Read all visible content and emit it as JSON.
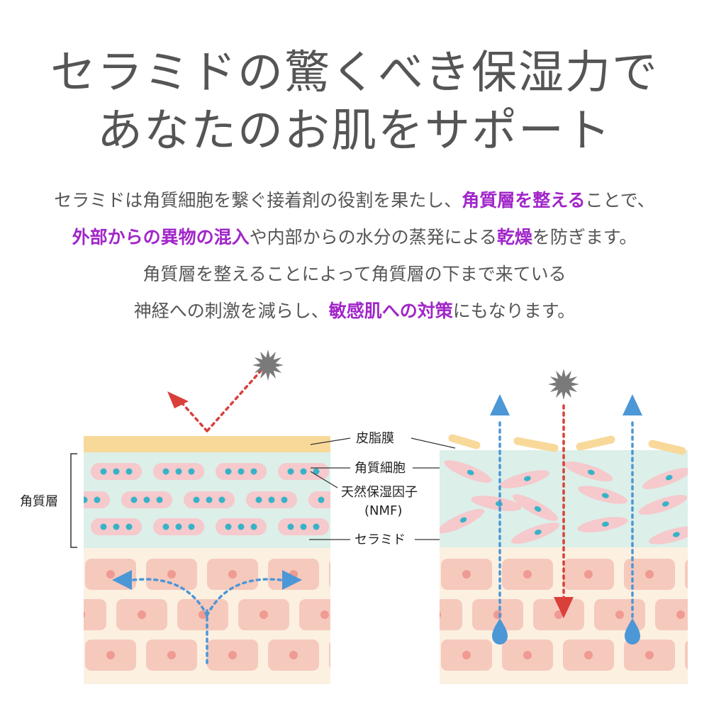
{
  "headline": {
    "line1": "セラミドの驚くべき保湿力で",
    "line2": "あなたのお肌をサポート"
  },
  "body": {
    "line1": [
      {
        "text": "セラミドは角質細胞を繋ぐ接着剤の役割を果たし、",
        "hl": false
      },
      {
        "text": "角質層を整える",
        "hl": true
      },
      {
        "text": "ことで、",
        "hl": false
      }
    ],
    "line2": [
      {
        "text": "外部からの異物の混入",
        "hl": true
      },
      {
        "text": "や内部からの水分の蒸発による",
        "hl": false
      },
      {
        "text": "乾燥",
        "hl": true
      },
      {
        "text": "を防ぎます。",
        "hl": false
      }
    ],
    "line3": [
      {
        "text": "角質層を整えることによって角質層の下まで来ている",
        "hl": false
      }
    ],
    "line4": [
      {
        "text": "神経への刺激を減らし、",
        "hl": false
      },
      {
        "text": "敏感肌への対策",
        "hl": true
      },
      {
        "text": "にもなります。",
        "hl": false
      }
    ]
  },
  "diagram": {
    "labels": {
      "sebum_membrane": "皮脂膜",
      "corneocyte": "角質細胞",
      "nmf_line1": "天然保湿因子",
      "nmf_line2": "(NMF)",
      "ceramide": "セラミド",
      "stratum_corneum": "角質層"
    },
    "colors": {
      "highlight": "#a126c9",
      "sebum": "#f8d99a",
      "corneum_bg": "#dcefe9",
      "corneocyte": "#f6c9cc",
      "nmf_dot": "#37b3c8",
      "epidermis_bg": "#fcf0e1",
      "cell": "#f6c9bd",
      "nucleus": "#ef9a92",
      "blue_arrow": "#4c97d6",
      "red_arrow": "#d9403a",
      "irritant": "#7a7a7a"
    }
  }
}
